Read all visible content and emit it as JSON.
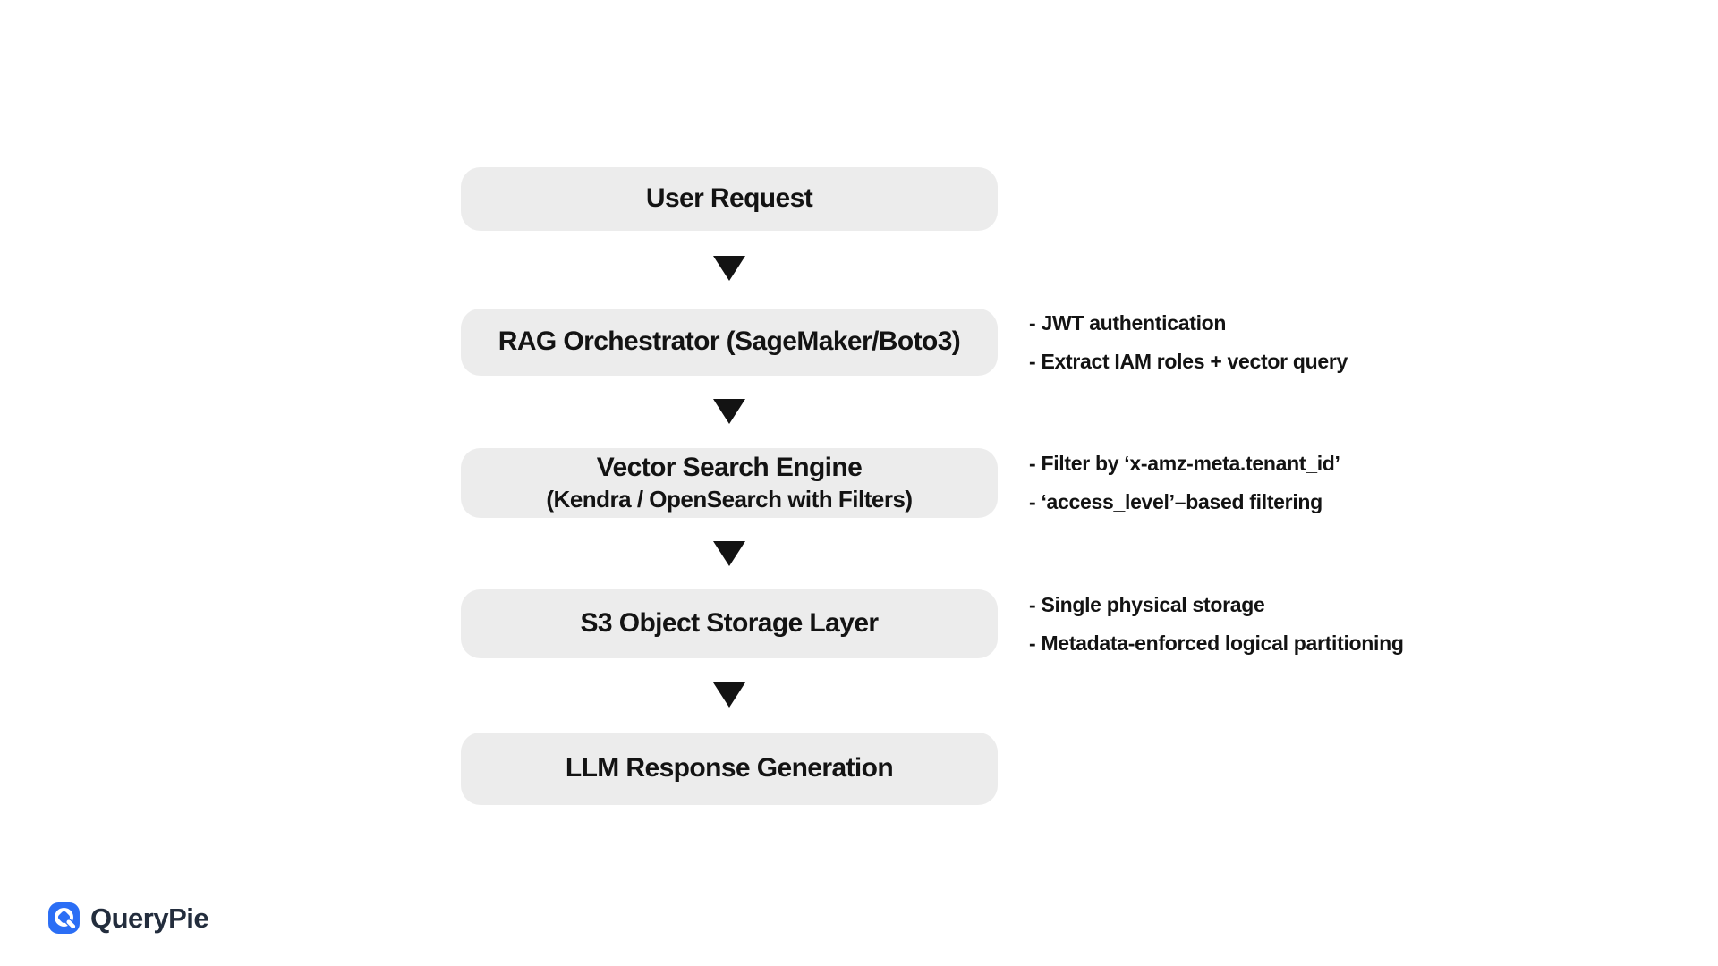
{
  "flow": {
    "boxes": [
      {
        "title": "User Request",
        "notes": []
      },
      {
        "title": "RAG Orchestrator (SageMaker/Boto3)",
        "notes": [
          "- JWT authentication",
          "- Extract IAM roles + vector query"
        ]
      },
      {
        "title": "Vector Search Engine",
        "subtitle": "(Kendra / OpenSearch with Filters)",
        "notes": [
          "- Filter by ‘x-amz-meta.tenant_id’",
          "- ‘access_level’–based filtering"
        ]
      },
      {
        "title": "S3 Object Storage Layer",
        "notes": [
          "- Single physical storage",
          "- Metadata-enforced logical partitioning"
        ]
      },
      {
        "title": "LLM Response Generation",
        "notes": []
      }
    ]
  },
  "branding": {
    "logo_text": "QueryPie"
  },
  "colors": {
    "brand-blue": "#2b6ef5",
    "brand-navy": "#232d3d",
    "box-bg": "#ececec",
    "ink": "#131313",
    "page-bg": "#ffffff"
  }
}
